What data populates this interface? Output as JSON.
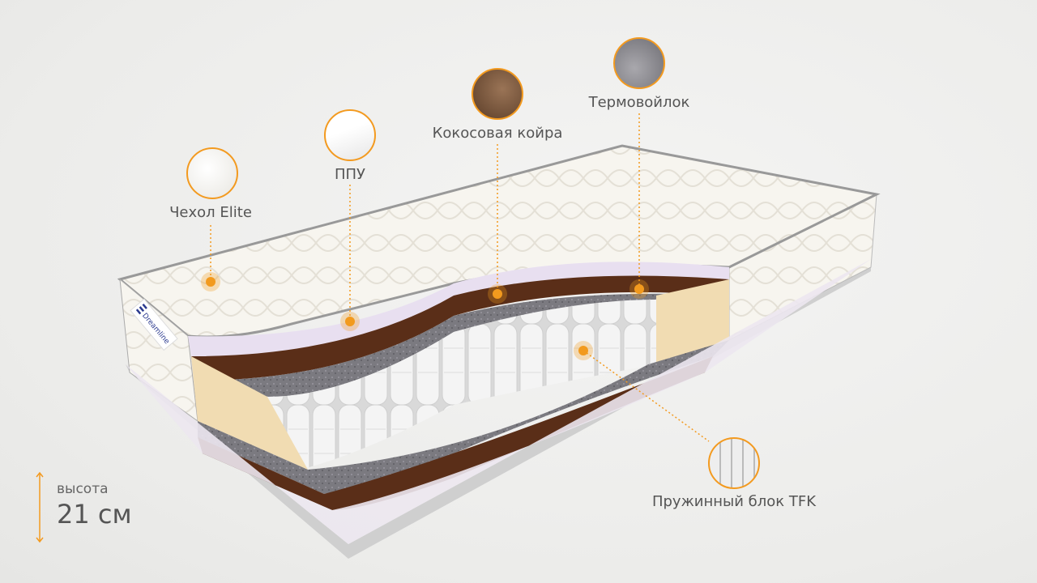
{
  "brand": "Dreamline",
  "accent_color": "#f39a1f",
  "layers": [
    {
      "label": "Чехол Elite",
      "icon": "quilted-fabric-thumbnail"
    },
    {
      "label": "ППУ",
      "icon": "foam-thumbnail"
    },
    {
      "label": "Кокосовая койра",
      "icon": "coconut-coir-thumbnail"
    },
    {
      "label": "Термовойлок",
      "icon": "felt-thumbnail"
    },
    {
      "label": "Пружинный блок TFK",
      "icon": "spring-block-thumbnail"
    }
  ],
  "height": {
    "caption": "высота",
    "value": "21 см"
  }
}
